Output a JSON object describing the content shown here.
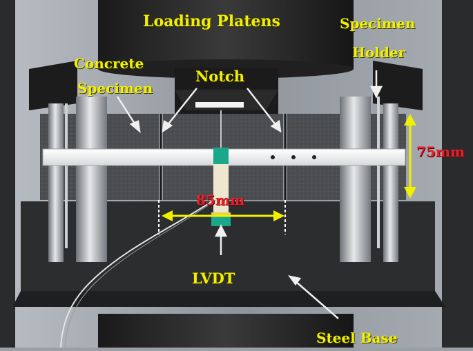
{
  "labels": {
    "loading_platens": "Loading Platens",
    "specimen_holder_line1": "Specimen",
    "specimen_holder_line2": "Holder",
    "concrete_specimen_line1": "Concrete",
    "concrete_specimen_line2": "Specimen",
    "notch": "Notch",
    "dim_height": "75mm",
    "dim_notch_span": "85mm",
    "lvdt": "LVDT",
    "steel_base": "Steel Base"
  },
  "colors": {
    "label_text": "#f2f000",
    "dimension_text": "#e8202a",
    "dimension_arrow": "#f2f000",
    "pointer_arrow": "#f0f0f0",
    "lvdt_marker": "#1aa88a"
  }
}
